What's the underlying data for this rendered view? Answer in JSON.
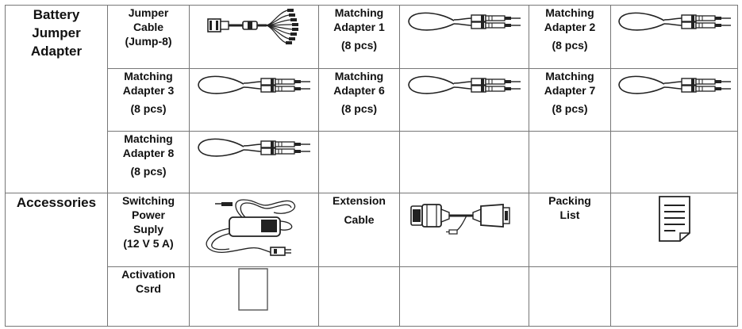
{
  "categories": {
    "battery": [
      "Battery",
      "Jumper",
      "Adapter"
    ],
    "accessories": "Accessories"
  },
  "items": {
    "jumper_cable": {
      "lines": [
        "Jumper",
        "Cable",
        "(Jump-8)"
      ]
    },
    "adapter_1": {
      "lines": [
        "Matching",
        "Adapter 1"
      ],
      "qty": "(8 pcs)"
    },
    "adapter_2": {
      "lines": [
        "Matching",
        "Adapter 2"
      ],
      "qty": "(8 pcs)"
    },
    "adapter_3": {
      "lines": [
        "Matching",
        "Adapter 3"
      ],
      "qty": "(8 pcs)"
    },
    "adapter_6": {
      "lines": [
        "Matching",
        "Adapter 6"
      ],
      "qty": "(8 pcs)"
    },
    "adapter_7": {
      "lines": [
        "Matching",
        "Adapter 7"
      ],
      "qty": "(8 pcs)"
    },
    "adapter_8": {
      "lines": [
        "Matching",
        "Adapter 8"
      ],
      "qty": "(8 pcs)"
    },
    "power_supply": {
      "lines": [
        "Switching",
        "Power",
        "Suply",
        "(12 V 5 A)"
      ]
    },
    "extension_cable": {
      "lines": [
        "Extension"
      ],
      "qty": "Cable"
    },
    "packing_list": {
      "lines": [
        "Packing",
        "List"
      ]
    },
    "activation_card": {
      "lines": [
        "Activation",
        "Csrd"
      ]
    }
  },
  "icons": {
    "jumper_cable": "jumper-cable-icon",
    "adapter": "adapter-cable-icon",
    "power_supply": "power-supply-icon",
    "extension_cable": "extension-cable-icon",
    "packing_list": "document-icon",
    "activation_card": "card-icon"
  }
}
